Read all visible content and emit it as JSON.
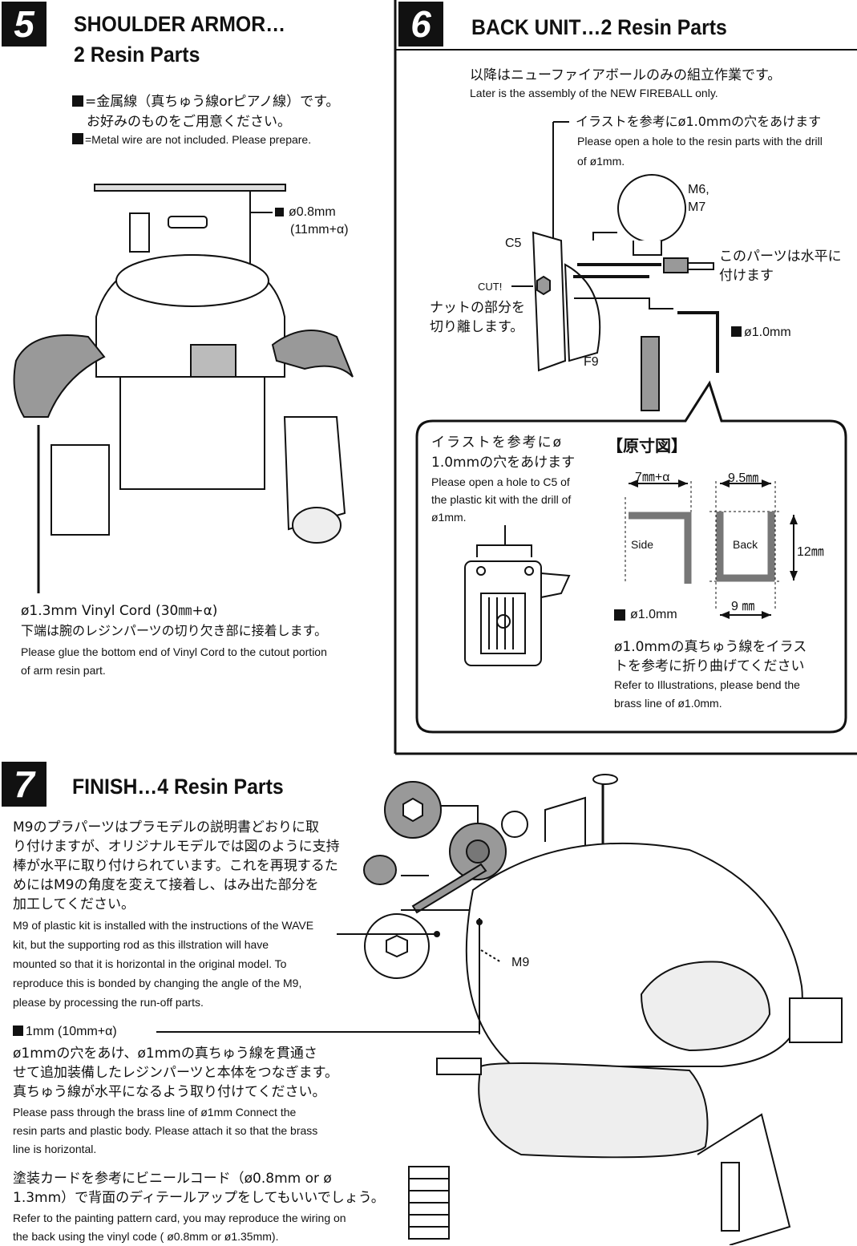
{
  "step5": {
    "number": "5",
    "title_line1": "SHOULDER ARMOR…",
    "title_line2": "2 Resin Parts",
    "note_jp_line1": "=金属線（真ちゅう線orピアノ線）です。",
    "note_jp_line2": "お好みのものをご用意ください。",
    "note_en": "=Metal wire are not included. Please prepare.",
    "wire_label_line1": "ø0.8mm",
    "wire_label_line2": "(11mm+α)",
    "cord_label": "ø1.3mm Vinyl Cord (30㎜+α)",
    "cord_jp": "下端は腕のレジンパーツの切り欠き部に接着します。",
    "cord_en_line1": "Please glue the bottom end of Vinyl Cord to the cutout portion",
    "cord_en_line2": "of arm resin part."
  },
  "step6": {
    "number": "6",
    "title": "BACK UNIT…2 Resin Parts",
    "intro_jp": "以降はニューファイアボールのみの組立作業です。",
    "intro_en": "Later is the assembly of the NEW FIREBALL only.",
    "hole_jp": "イラストを参考にø1.0mmの穴をあけます",
    "hole_en_line1": "Please open a hole to the resin parts with the drill",
    "hole_en_line2": "of ø1mm.",
    "part_m6": "M6,",
    "part_m7": "M7",
    "part_c5": "C5",
    "part_f9": "F9",
    "cut_label": "CUT!",
    "nut_jp_line1": "ナットの部分を",
    "nut_jp_line2": "切り離します。",
    "horizontal_jp_line1": "このパーツは水平に",
    "horizontal_jp_line2": "付けます",
    "wire_label": "ø1.0mm",
    "box": {
      "hole_jp_line1": "イラストを参考にø",
      "hole_jp_line2": "1.0mmの穴をあけます",
      "hole_en_line1": "Please open a hole to C5 of",
      "hole_en_line2": "the plastic kit with the drill of",
      "hole_en_line3": "ø1mm.",
      "fullsize_title": "【原寸図】",
      "dim_side": "7㎜+α",
      "dim_back_top": "9.5㎜",
      "dim_height": "12㎜",
      "dim_back_bottom": "9 ㎜",
      "side_label": "Side",
      "back_label": "Back",
      "wire_label": "ø1.0mm",
      "bend_jp_line1": "ø1.0mmの真ちゅう線をイラス",
      "bend_jp_line2": "トを参考に折り曲げてください",
      "bend_en_line1": "Refer to Illustrations, please bend the",
      "bend_en_line2": "brass line of  ø1.0mm."
    }
  },
  "step7": {
    "number": "7",
    "title": "FINISH…4 Resin Parts",
    "para1_jp": [
      "M9のプラパーツはプラモデルの説明書どおりに取",
      "り付けますが、オリジナルモデルでは図のように支持",
      "棒が水平に取り付けられています。これを再現するた",
      "めにはM9の角度を変えて接着し、はみ出た部分を",
      "加工してください。"
    ],
    "para1_en": [
      "M9 of plastic kit is installed with the instructions of the WAVE",
      "kit, but the supporting rod as this illstration will have",
      "mounted so that it is horizontal in the original model. To",
      "reproduce this is bonded by changing the angle of the M9,",
      "please by processing the run-off parts."
    ],
    "m9_label": "M9",
    "wire_label": "1mm (10mm+α)",
    "para2_jp": [
      "ø1mmの穴をあけ、ø1mmの真ちゅう線を貫通さ",
      "せて追加装備したレジンパーツと本体をつなぎます。",
      "真ちゅう線が水平になるよう取り付けてください。"
    ],
    "para2_en": [
      "Please pass through the brass line of  ø1mm Connect the",
      "resin parts and plastic body. Please attach it so that the brass",
      "line is horizontal."
    ],
    "para3_jp": [
      "塗装カードを参考にビニールコード（ø0.8mm or ø",
      "1.3mm）で背面のディテールアップをしてもいいでしょう。"
    ],
    "para3_en": [
      "Refer to the painting pattern card, you may reproduce the wiring on",
      "the back using the vinyl code ( ø0.8mm or  ø1.35mm)."
    ]
  }
}
